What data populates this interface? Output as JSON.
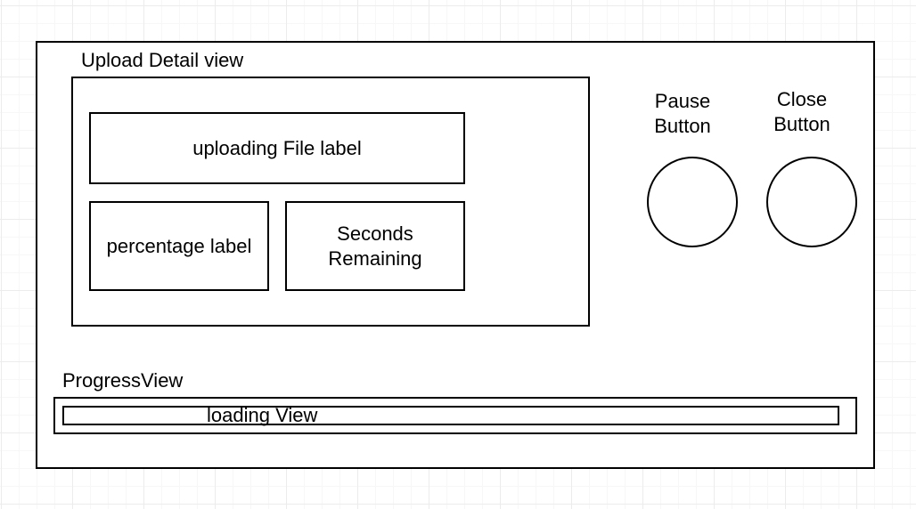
{
  "main_view": {
    "upload_detail_title": "Upload Detail view",
    "uploading_file_label": "uploading File label",
    "percentage_label": "percentage label",
    "seconds_remaining_label": "Seconds\nRemaining",
    "pause_button_label": "Pause\nButton",
    "close_button_label": "Close\nButton",
    "progress_view_title": "ProgressView",
    "loading_view_label": "loading View"
  },
  "colors": {
    "stroke": "#000000",
    "fill": "#ffffff",
    "grid": "#ececec"
  }
}
